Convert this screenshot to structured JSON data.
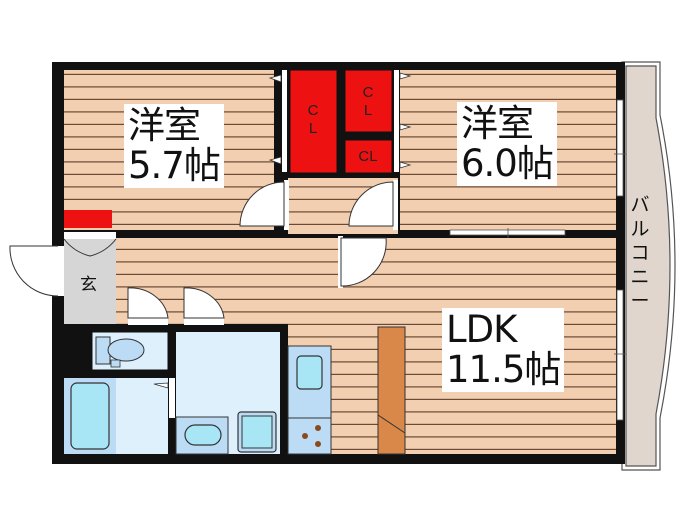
{
  "floorplan": {
    "rooms": [
      {
        "id": "western-room-1",
        "name": "洋室",
        "size": "5.7帖"
      },
      {
        "id": "western-room-2",
        "name": "洋室",
        "size": "6.0帖"
      },
      {
        "id": "ldk",
        "name": "LDK",
        "size": "11.5帖"
      }
    ],
    "closets": [
      {
        "label_line1": "C",
        "label_line2": "L"
      },
      {
        "label_line1": "C",
        "label_line2": "L"
      },
      {
        "label": "CL"
      }
    ],
    "entrance": {
      "label": "玄"
    },
    "balcony": {
      "label": "バルコニー",
      "chars": [
        "バ",
        "ル",
        "コ",
        "ニ",
        "ー"
      ]
    },
    "colors": {
      "wall": "#111111",
      "floor_wood": "#f2cfb0",
      "floor_line": "#6b4a34",
      "closet": "#ee1111",
      "wet_area": "#ddf0fc",
      "fixture_blue": "#bcdcf6",
      "fixture_cyan": "#a9e6f5",
      "entrance": "#d6d6d6",
      "balcony": "#e0d6cd",
      "counter": "#d9884a"
    }
  }
}
